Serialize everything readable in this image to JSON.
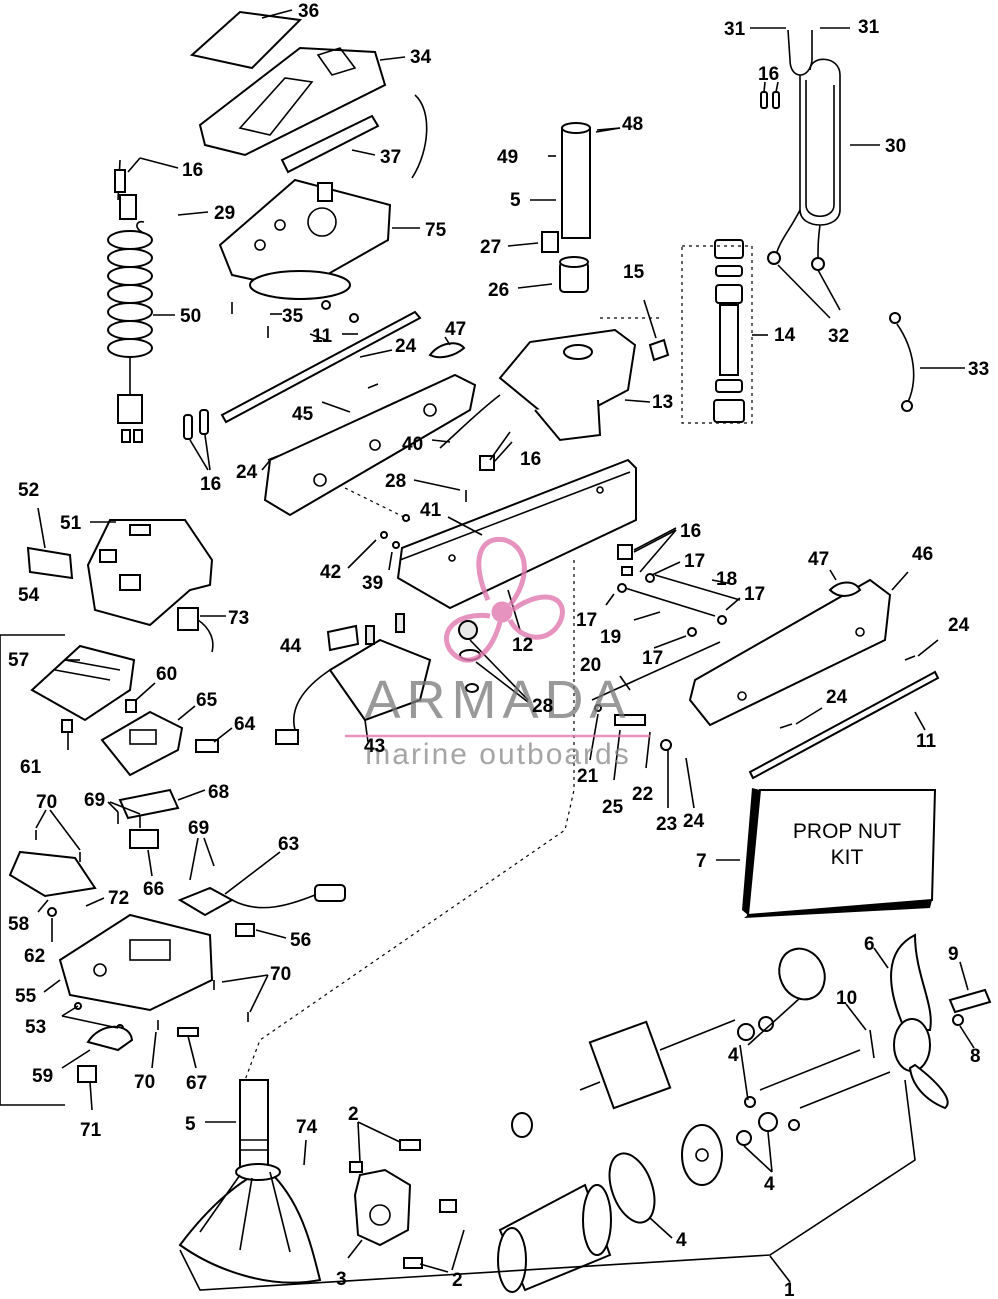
{
  "labels": {
    "l1": "1",
    "l2a": "2",
    "l2b": "2",
    "l3": "3",
    "l4a": "4",
    "l4b": "4",
    "l4c": "4",
    "l5a": "5",
    "l5b": "5",
    "l6": "6",
    "l7": "7",
    "l8": "8",
    "l9": "9",
    "l10": "10",
    "l11a": "11",
    "l11b": "11",
    "l12": "12",
    "l13": "13",
    "l14": "14",
    "l15": "15",
    "l16a": "16",
    "l16b": "16",
    "l16c": "16",
    "l16d": "16",
    "l16e": "16",
    "l17a": "17",
    "l17b": "17",
    "l17c": "17",
    "l17d": "17",
    "l18": "18",
    "l19": "19",
    "l20": "20",
    "l21": "21",
    "l22": "22",
    "l23": "23",
    "l24a": "24",
    "l24b": "24",
    "l24c": "24",
    "l24d": "24",
    "l24e": "24",
    "l25": "25",
    "l26": "26",
    "l27": "27",
    "l28a": "28",
    "l28b": "28",
    "l29": "29",
    "l30": "30",
    "l31a": "31",
    "l31b": "31",
    "l32": "32",
    "l33": "33",
    "l34": "34",
    "l35": "35",
    "l36": "36",
    "l37": "37",
    "l39": "39",
    "l40": "40",
    "l41": "41",
    "l42": "42",
    "l43": "43",
    "l44": "44",
    "l45": "45",
    "l46": "46",
    "l47a": "47",
    "l47b": "47",
    "l48": "48",
    "l49": "49",
    "l50": "50",
    "l51": "51",
    "l52": "52",
    "l53": "53",
    "l54": "54",
    "l55": "55",
    "l56": "56",
    "l57": "57",
    "l58": "58",
    "l59": "59",
    "l60": "60",
    "l61": "61",
    "l62": "62",
    "l63": "63",
    "l64": "64",
    "l65": "65",
    "l66": "66",
    "l67": "67",
    "l68": "68",
    "l69a": "69",
    "l69b": "69",
    "l70a": "70",
    "l70b": "70",
    "l70c": "70",
    "l71": "71",
    "l72": "72",
    "l73": "73",
    "l74": "74",
    "l75": "75"
  },
  "kit": {
    "line1": "PROP NUT",
    "line2": "KIT"
  },
  "watermark": {
    "brand": "ARMADA",
    "tagline": "marine outboards",
    "accent_color": "#e07ab0"
  }
}
